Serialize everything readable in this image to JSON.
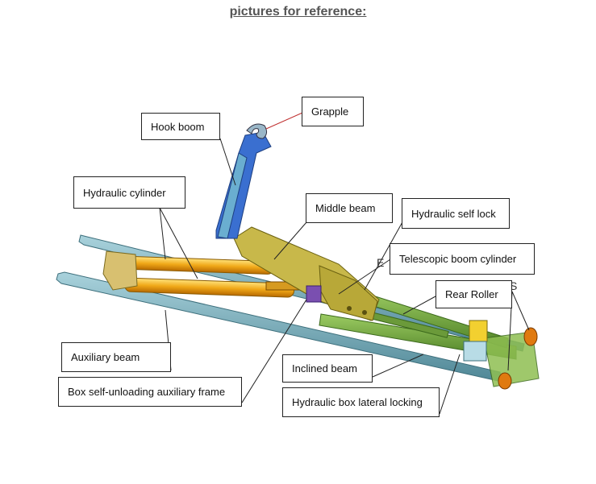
{
  "header": {
    "title": "pictures for reference:"
  },
  "labels": {
    "grapple": "Grapple",
    "hook_boom": "Hook boom",
    "hydraulic_cylinder": "Hydraulic cylinder",
    "middle_beam": "Middle beam",
    "hydraulic_self_lock": "Hydraulic self lock",
    "telescopic_boom_cylinder": "Telescopic boom cylinder",
    "rear_roller": "Rear Roller",
    "auxiliary_beam": "Auxiliary beam",
    "box_self_unloading_frame": "Box self-unloading auxiliary frame",
    "inclined_beam": "Inclined beam",
    "hydraulic_box_lateral_locking": "Hydraulic box lateral locking"
  },
  "stray_text": {
    "e_mark": "E",
    "s_mark": "S"
  },
  "colors": {
    "frame": "#6fa8b8",
    "inclined": "#6b9a3a",
    "middle": "#c8b84a",
    "cylinder": "#f0b020",
    "hook": "#3a6fd0",
    "self_lock": "#7a4fb0",
    "roller": "#e07a10"
  }
}
